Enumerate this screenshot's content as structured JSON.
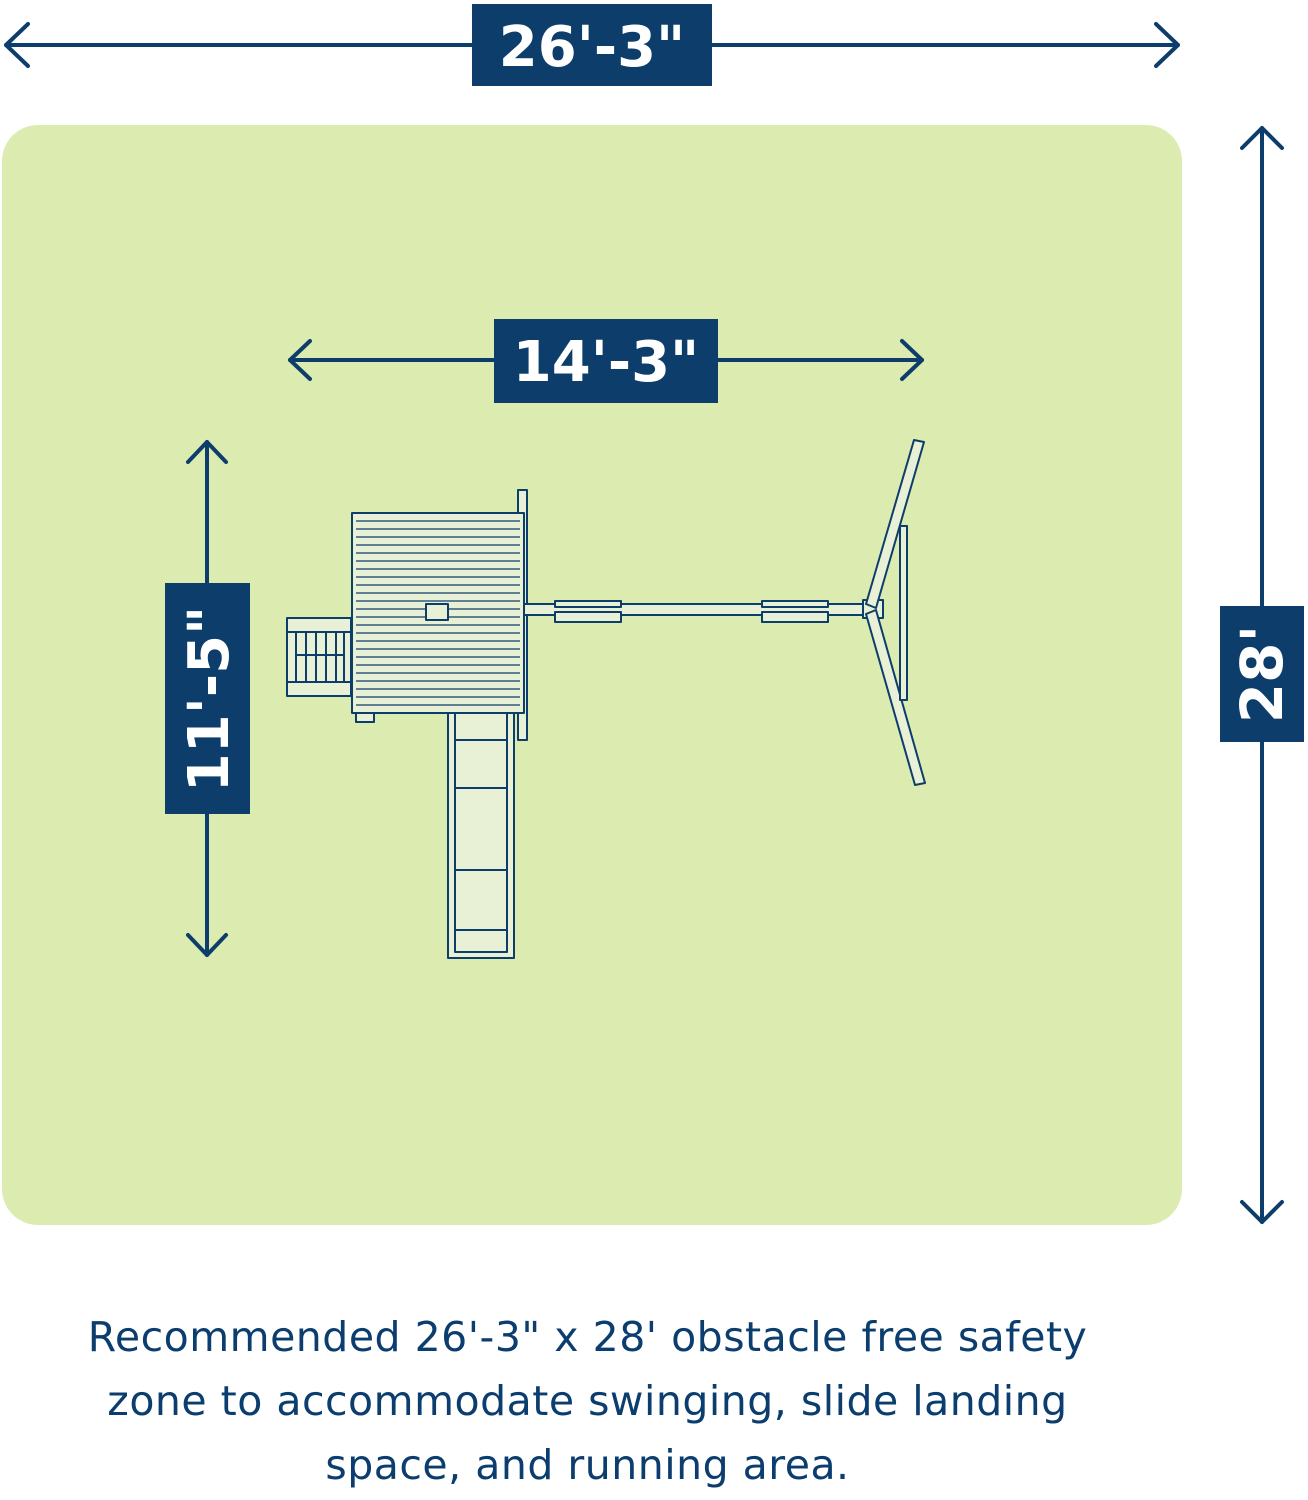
{
  "colors": {
    "navy": "#0d3d6b",
    "zone_green": "#dcebb0",
    "structure_fill": "#e8f0d6",
    "background": "#ffffff"
  },
  "dimensions": {
    "zone_width": "26'-3\"",
    "zone_depth": "28'",
    "set_width": "14'-3\"",
    "set_depth": "11'-5\""
  },
  "caption": {
    "line1": "Recommended 26'-3\" x 28' obstacle free safety",
    "line2": "zone to accommodate swinging, slide landing",
    "line3": "space, and running area."
  },
  "icons": {
    "arrow": "double-headed-arrow-icon",
    "playset": "playset-top-view-icon"
  }
}
